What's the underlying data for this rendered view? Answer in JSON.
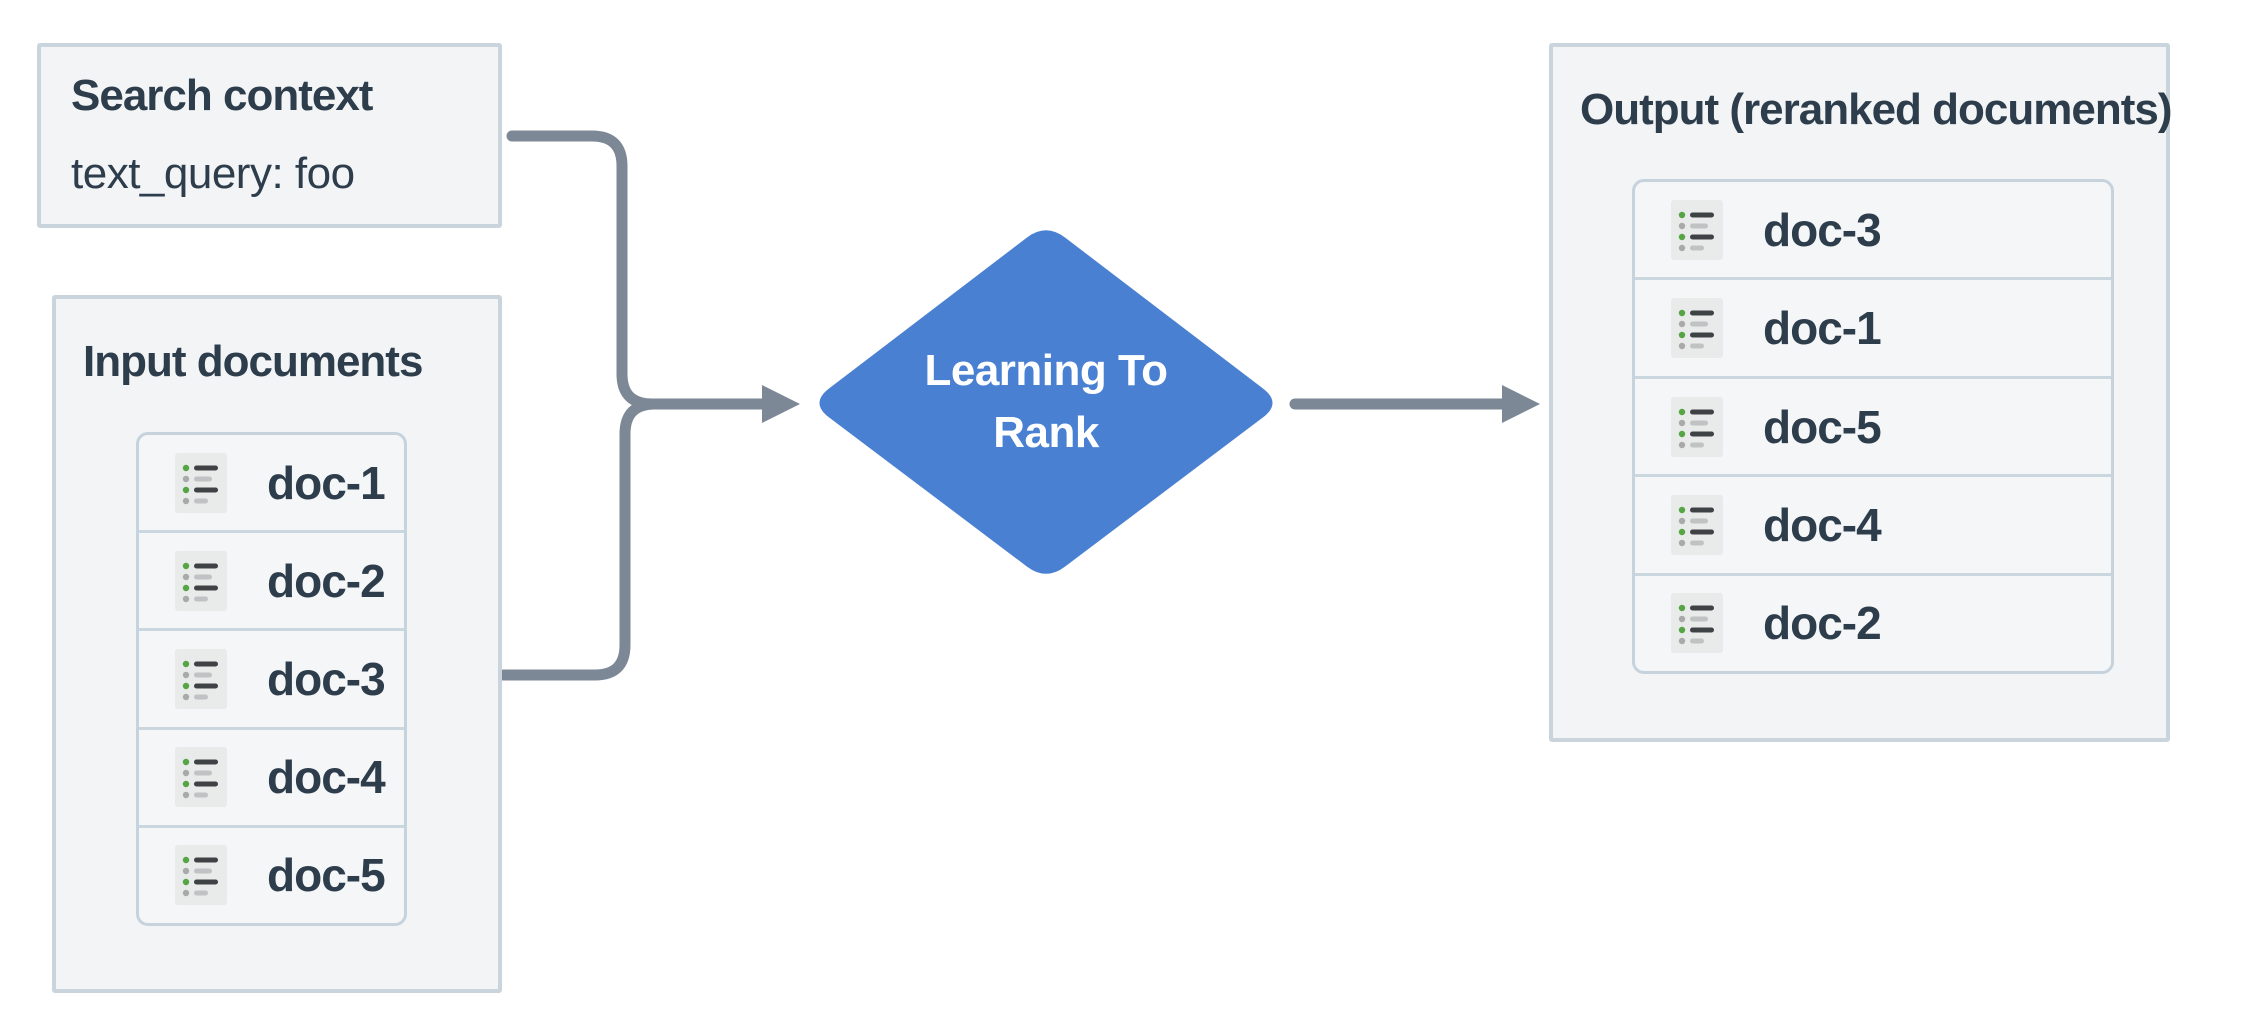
{
  "search_context": {
    "title": "Search context",
    "query": "text_query: foo"
  },
  "input_documents": {
    "title": "Input documents",
    "items": [
      "doc-1",
      "doc-2",
      "doc-3",
      "doc-4",
      "doc-5"
    ]
  },
  "process": {
    "label": "Learning To Rank",
    "lines": [
      "Learning To",
      "Rank"
    ]
  },
  "output_documents": {
    "title": "Output (reranked documents)",
    "items": [
      "doc-3",
      "doc-1",
      "doc-5",
      "doc-4",
      "doc-2"
    ]
  },
  "flow": [
    {
      "from": "search-context",
      "to": "learning-to-rank"
    },
    {
      "from": "input-documents",
      "to": "learning-to-rank"
    },
    {
      "from": "learning-to-rank",
      "to": "output-documents"
    }
  ],
  "icons": {
    "doc_icon": "list-icon"
  },
  "colors": {
    "diamond_blue": "#4a80d2",
    "arrow_gray": "#7d8896",
    "box_bg": "#f2f4f6",
    "box_border": "#c9d4dc",
    "card_bg": "#f4f6f8",
    "card_border": "#c6d3dd",
    "divider": "#cbd7df",
    "text_dark": "#2e3d4b",
    "icon_bg": "#e9eaea",
    "icon_line_dark": "#3f4245",
    "icon_line_light": "#c0c3c4",
    "icon_dot_green": "#55a544",
    "icon_dot_gray": "#a9a9a9"
  }
}
